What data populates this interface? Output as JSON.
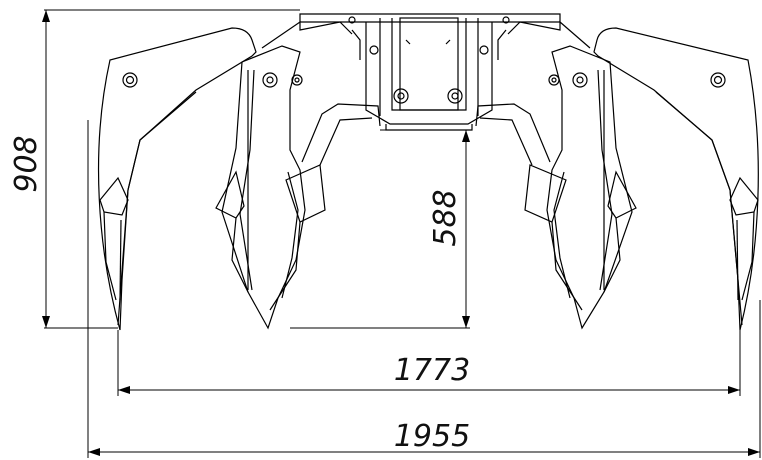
{
  "dimensions": {
    "overall_height": "908",
    "inner_height": "588",
    "inner_width": "1773",
    "overall_width": "1955"
  }
}
